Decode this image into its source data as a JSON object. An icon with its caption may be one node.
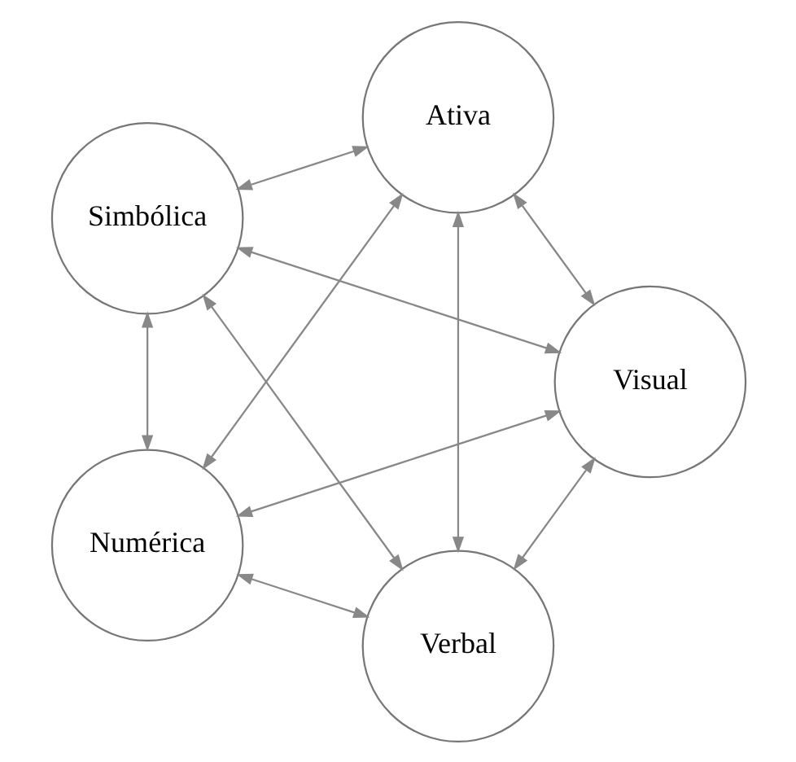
{
  "diagram": {
    "nodes": [
      {
        "text": [
          "Verbal"
        ]
      },
      {
        "text": [
          "Visual"
        ]
      },
      {
        "text": [
          "Simbólica"
        ]
      },
      {
        "text": [
          "Ativa"
        ]
      },
      {
        "text": [
          "Numérica"
        ]
      }
    ],
    "edges": [
      {
        "from": 4,
        "to": 0,
        "arrow": "both"
      },
      {
        "from": 0,
        "to": 1,
        "arrow": "both"
      },
      {
        "from": 0,
        "to": 3,
        "arrow": "both"
      },
      {
        "from": 0,
        "to": 2,
        "arrow": "both"
      },
      {
        "from": 4,
        "to": 1,
        "arrow": "both"
      },
      {
        "from": 4,
        "to": 2,
        "arrow": "both"
      },
      {
        "from": 4,
        "to": 3,
        "arrow": "both"
      },
      {
        "from": 1,
        "to": 3,
        "arrow": "both"
      },
      {
        "from": 1,
        "to": 2,
        "arrow": "both"
      },
      {
        "from": 3,
        "to": 2,
        "arrow": "both"
      }
    ]
  }
}
